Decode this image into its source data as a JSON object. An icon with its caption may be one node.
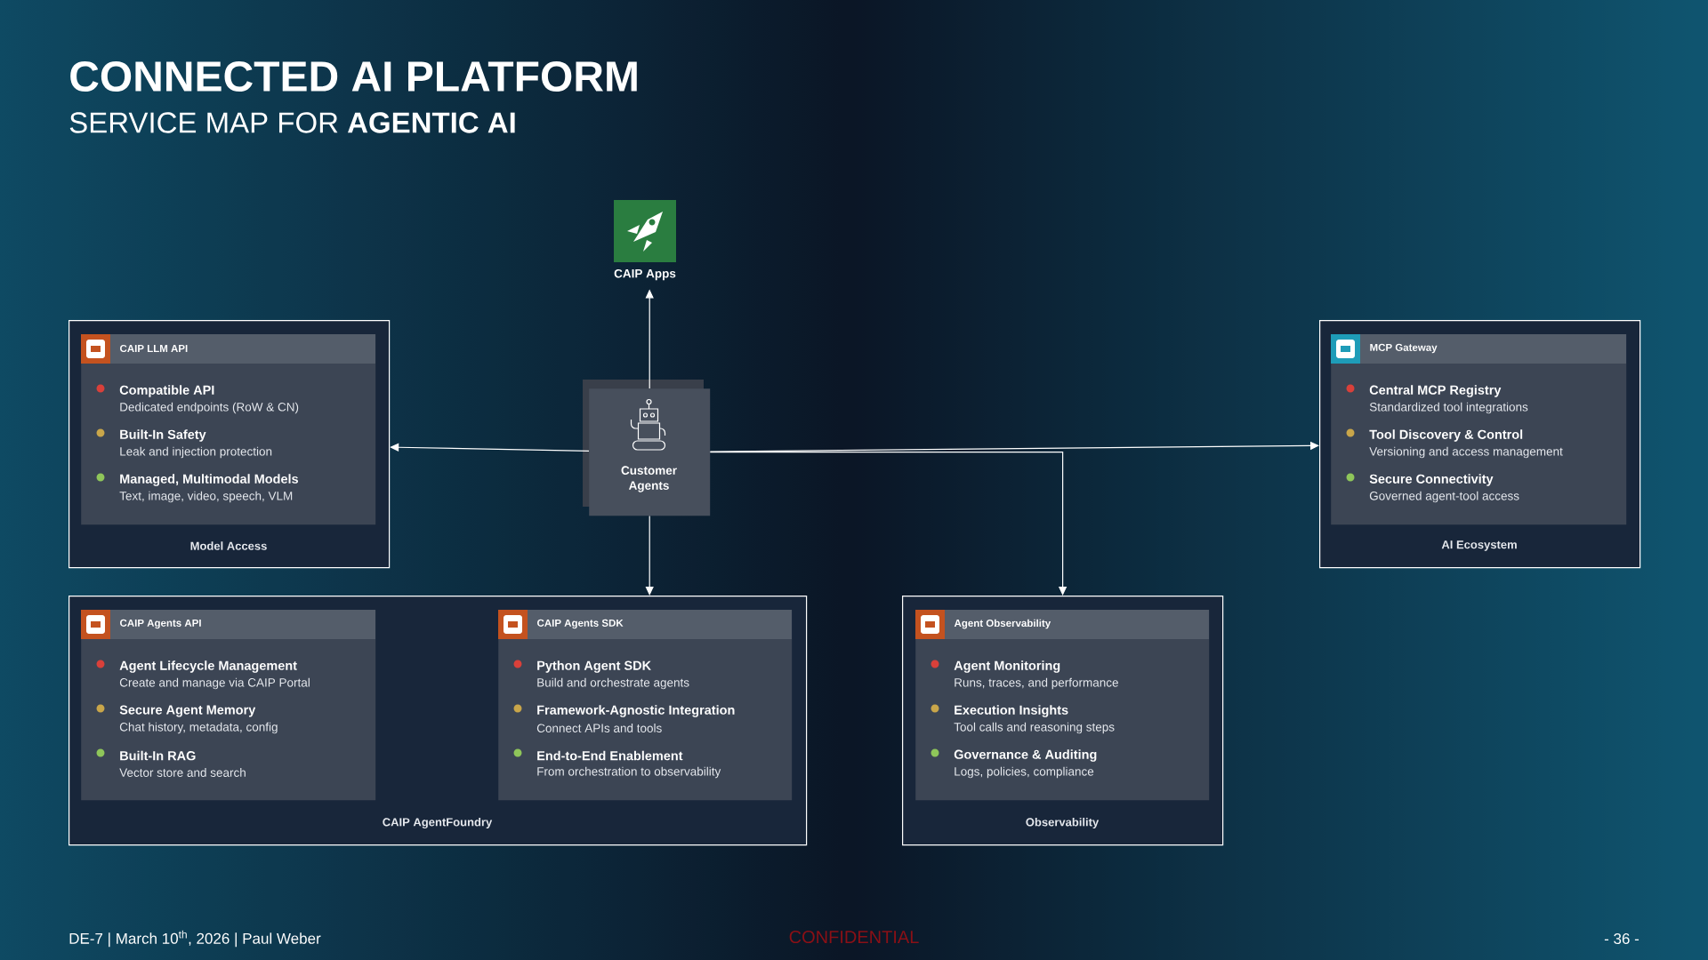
{
  "diagram": {
    "title": "CONNECTED AI PLATFORM",
    "nodes": [
      {
        "text": [
          "CAIP Apps"
        ]
      },
      {
        "text": [
          "Model Access"
        ]
      },
      {
        "text": [
          "CAIP LLM API",
          "Compatible API",
          "Dedicated endpoints (RoW & CN)",
          "Built-In Safety",
          "Leak and injection protection",
          "Managed, Multimodal Models",
          "Text, image, video, speech, VLM"
        ],
        "in": 1
      },
      {
        "text": [
          "Customer Agents"
        ]
      },
      {
        "text": [
          "AI Ecosystem"
        ]
      },
      {
        "text": [
          "MCP Gateway",
          "Central MCP Registry",
          "Standardized tool integrations",
          "Tool Discovery & Control",
          "Versioning and access management",
          "Secure Connectivity",
          "Governed agent-tool access"
        ],
        "in": 4
      },
      {
        "text": [
          "CAIP AgentFoundry"
        ]
      },
      {
        "text": [
          "CAIP Agents API",
          "Agent Lifecycle Management",
          "Create and manage via CAIP Portal",
          "Secure Agent Memory",
          "Chat history, metadata, config",
          "Built-In RAG",
          "Vector store and search"
        ],
        "in": 6
      },
      {
        "text": [
          "CAIP Agents SDK",
          "Python Agent SDK",
          "Build and orchestrate agents",
          "Framework-Agnostic Integration",
          "Connect APIs and tools",
          "End-to-End Enablement",
          "From orchestration to observability"
        ],
        "in": 6
      },
      {
        "text": [
          "Observability"
        ]
      },
      {
        "text": [
          "Agent Observability",
          "Agent Monitoring",
          "Runs, traces, and performance",
          "Execution Insights",
          "Tool calls and reasoning steps",
          "Governance & Auditing",
          "Logs, policies, compliance"
        ],
        "in": 9
      }
    ],
    "edges": [
      {
        "from": 3,
        "to": 0,
        "arrow": "to"
      },
      {
        "from": 3,
        "to": 1,
        "arrow": "to"
      },
      {
        "from": 3,
        "to": 4,
        "arrow": "to"
      },
      {
        "from": 3,
        "to": 6,
        "arrow": "to"
      },
      {
        "from": 3,
        "to": 9,
        "arrow": "to"
      }
    ],
    "labels": [
      "SERVICE MAP FOR **AGENTIC AI**",
      "DE-7 | March 10$^{th}$, 2026 | Paul Weber",
      "CONFIDENTIAL",
      "- 36 -"
    ]
  }
}
